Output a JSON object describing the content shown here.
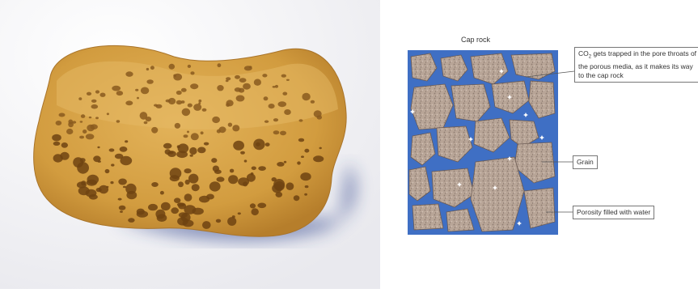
{
  "diagram": {
    "title": "Cap rock",
    "callouts": {
      "co2_prefix": "CO",
      "co2_sub": "2",
      "co2_rest": " gets trapped in the pore throats of the porous media, as it makes its way to the cap rock",
      "grain": "Grain",
      "porosity": "Porosity filled with water"
    },
    "colors": {
      "water": "#3f6fc4",
      "grain": "#b8a597",
      "grain_edge": "#6b5a52",
      "sponge": "#d9a54a",
      "sponge_shadow": "#2b3f8a"
    }
  }
}
